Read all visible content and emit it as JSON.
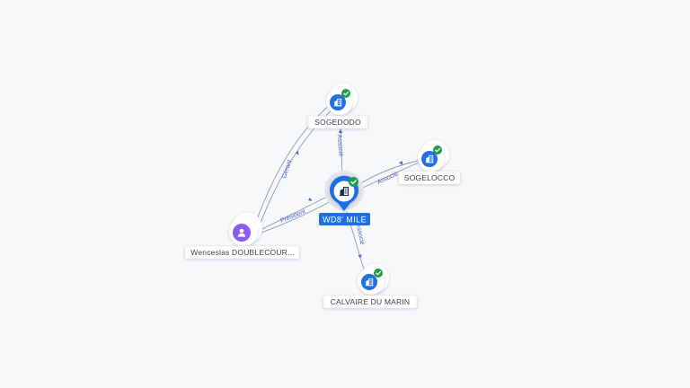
{
  "nodes": {
    "center": {
      "label": "WD8' MILE",
      "icon": "building-icon",
      "verified": true
    },
    "sogedodo": {
      "label": "SOGEDODO",
      "icon": "building-icon",
      "verified": true
    },
    "sogelocco": {
      "label": "SOGELOCCO",
      "icon": "building-icon",
      "verified": true
    },
    "calvaire": {
      "label": "CALVAIRE DU MARIN",
      "icon": "building-icon",
      "verified": true
    },
    "person": {
      "label": "Wenceslas DOUBLECOUR...",
      "icon": "person-icon",
      "verified": false
    }
  },
  "edges": {
    "center_sogedodo": "Associé",
    "center_sogelocco": "Associé",
    "center_calvaire": "Associé",
    "person_sogedodo": "Gérant",
    "person_center": "Président"
  },
  "colors": {
    "company": "#1f6fe5",
    "person": "#8b5cf6",
    "verified": "#1e9e4a",
    "edge": "#8e98b0",
    "edge_label": "#4d67c9"
  }
}
